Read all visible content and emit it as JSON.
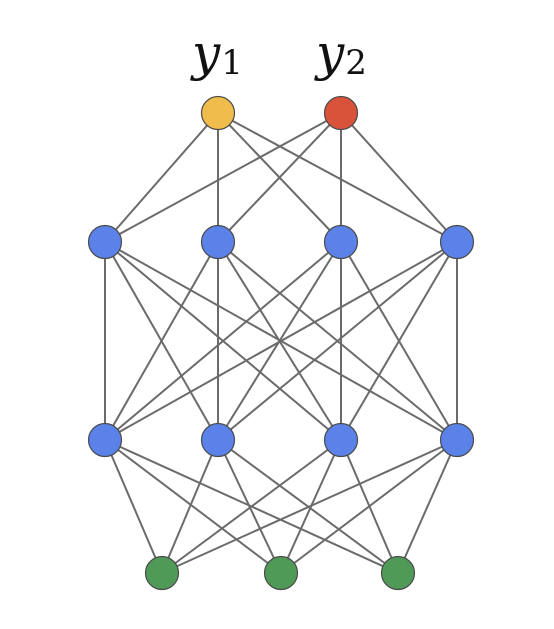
{
  "diagram": {
    "outputs": [
      {
        "name": "y",
        "subscript": "1",
        "color": "#f0bd4c"
      },
      {
        "name": "y",
        "subscript": "2",
        "color": "#d9533b"
      }
    ],
    "layers": [
      {
        "id": "output",
        "count": 2
      },
      {
        "id": "hidden-2",
        "count": 4,
        "color": "#5b82e8"
      },
      {
        "id": "hidden-1",
        "count": 4,
        "color": "#5b82e8"
      },
      {
        "id": "input",
        "count": 3,
        "color": "#4e9a56"
      }
    ],
    "connectivity": "fully-connected",
    "edge_color": "#6b6b6b"
  }
}
